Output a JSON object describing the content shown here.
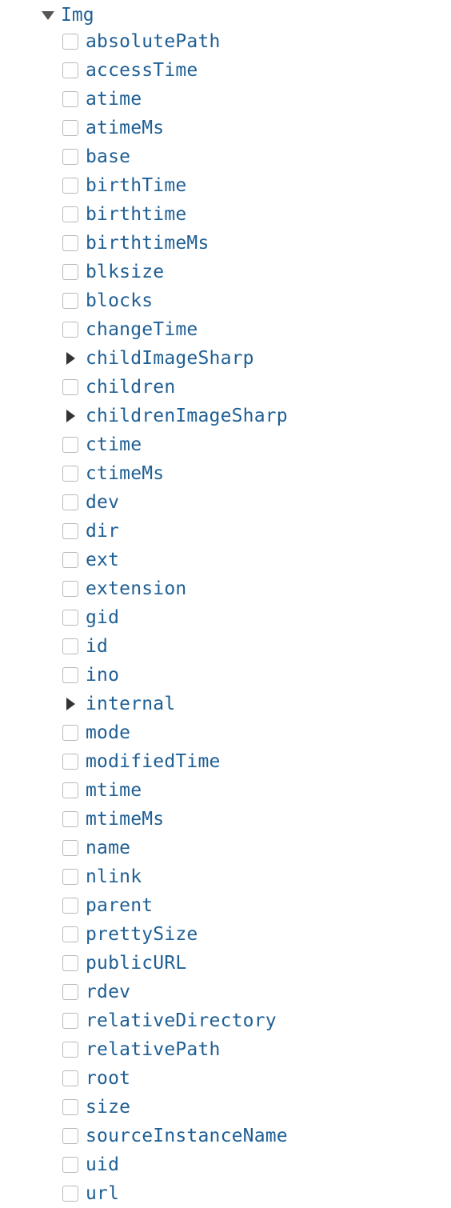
{
  "explorer": {
    "root": {
      "label": "Img",
      "expanded": true,
      "icon": "caret-down-icon"
    },
    "fields": [
      {
        "label": "absolutePath",
        "kind": "checkbox",
        "checked": false
      },
      {
        "label": "accessTime",
        "kind": "checkbox",
        "checked": false
      },
      {
        "label": "atime",
        "kind": "checkbox",
        "checked": false
      },
      {
        "label": "atimeMs",
        "kind": "checkbox",
        "checked": false
      },
      {
        "label": "base",
        "kind": "checkbox",
        "checked": false
      },
      {
        "label": "birthTime",
        "kind": "checkbox",
        "checked": false
      },
      {
        "label": "birthtime",
        "kind": "checkbox",
        "checked": false
      },
      {
        "label": "birthtimeMs",
        "kind": "checkbox",
        "checked": false
      },
      {
        "label": "blksize",
        "kind": "checkbox",
        "checked": false
      },
      {
        "label": "blocks",
        "kind": "checkbox",
        "checked": false
      },
      {
        "label": "changeTime",
        "kind": "checkbox",
        "checked": false
      },
      {
        "label": "childImageSharp",
        "kind": "expandable",
        "expanded": false
      },
      {
        "label": "children",
        "kind": "checkbox",
        "checked": false
      },
      {
        "label": "childrenImageSharp",
        "kind": "expandable",
        "expanded": false
      },
      {
        "label": "ctime",
        "kind": "checkbox",
        "checked": false
      },
      {
        "label": "ctimeMs",
        "kind": "checkbox",
        "checked": false
      },
      {
        "label": "dev",
        "kind": "checkbox",
        "checked": false
      },
      {
        "label": "dir",
        "kind": "checkbox",
        "checked": false
      },
      {
        "label": "ext",
        "kind": "checkbox",
        "checked": false
      },
      {
        "label": "extension",
        "kind": "checkbox",
        "checked": false
      },
      {
        "label": "gid",
        "kind": "checkbox",
        "checked": false
      },
      {
        "label": "id",
        "kind": "checkbox",
        "checked": false
      },
      {
        "label": "ino",
        "kind": "checkbox",
        "checked": false
      },
      {
        "label": "internal",
        "kind": "expandable",
        "expanded": false
      },
      {
        "label": "mode",
        "kind": "checkbox",
        "checked": false
      },
      {
        "label": "modifiedTime",
        "kind": "checkbox",
        "checked": false
      },
      {
        "label": "mtime",
        "kind": "checkbox",
        "checked": false
      },
      {
        "label": "mtimeMs",
        "kind": "checkbox",
        "checked": false
      },
      {
        "label": "name",
        "kind": "checkbox",
        "checked": false
      },
      {
        "label": "nlink",
        "kind": "checkbox",
        "checked": false
      },
      {
        "label": "parent",
        "kind": "checkbox",
        "checked": false
      },
      {
        "label": "prettySize",
        "kind": "checkbox",
        "checked": false
      },
      {
        "label": "publicURL",
        "kind": "checkbox",
        "checked": false
      },
      {
        "label": "rdev",
        "kind": "checkbox",
        "checked": false
      },
      {
        "label": "relativeDirectory",
        "kind": "checkbox",
        "checked": false
      },
      {
        "label": "relativePath",
        "kind": "checkbox",
        "checked": false
      },
      {
        "label": "root",
        "kind": "checkbox",
        "checked": false
      },
      {
        "label": "size",
        "kind": "checkbox",
        "checked": false
      },
      {
        "label": "sourceInstanceName",
        "kind": "checkbox",
        "checked": false
      },
      {
        "label": "uid",
        "kind": "checkbox",
        "checked": false
      },
      {
        "label": "url",
        "kind": "checkbox",
        "checked": false
      }
    ]
  },
  "colors": {
    "field_text": "#1f5f94",
    "checkbox_border": "#b9b9b9",
    "arrow": "#333333",
    "background": "#ffffff"
  }
}
